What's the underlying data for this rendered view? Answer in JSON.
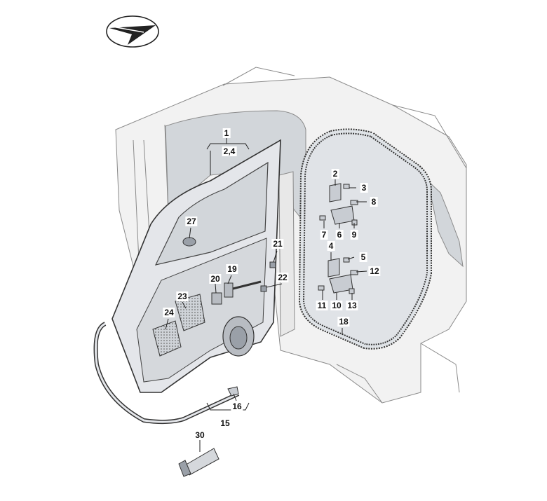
{
  "callouts": {
    "c1": "1",
    "c2_4": "2,4",
    "c2": "2",
    "c3": "3",
    "c8": "8",
    "c7": "7",
    "c6": "6",
    "c9": "9",
    "c27": "27",
    "c21": "21",
    "c4": "4",
    "c5": "5",
    "c12": "12",
    "c19": "19",
    "c20": "20",
    "c22": "22",
    "c23": "23",
    "c11": "11",
    "c10": "10",
    "c13": "13",
    "c24": "24",
    "c18": "18",
    "c16": "16",
    "c15": "15",
    "c30": "30"
  },
  "colors": {
    "body_fill": "#f2f2f2",
    "glass_fill": "#d2d6da",
    "door_fill": "#e4e6ea",
    "seal_fill": "#dfe3e7",
    "part_fill": "#c8ccd2",
    "line": "#555555"
  }
}
